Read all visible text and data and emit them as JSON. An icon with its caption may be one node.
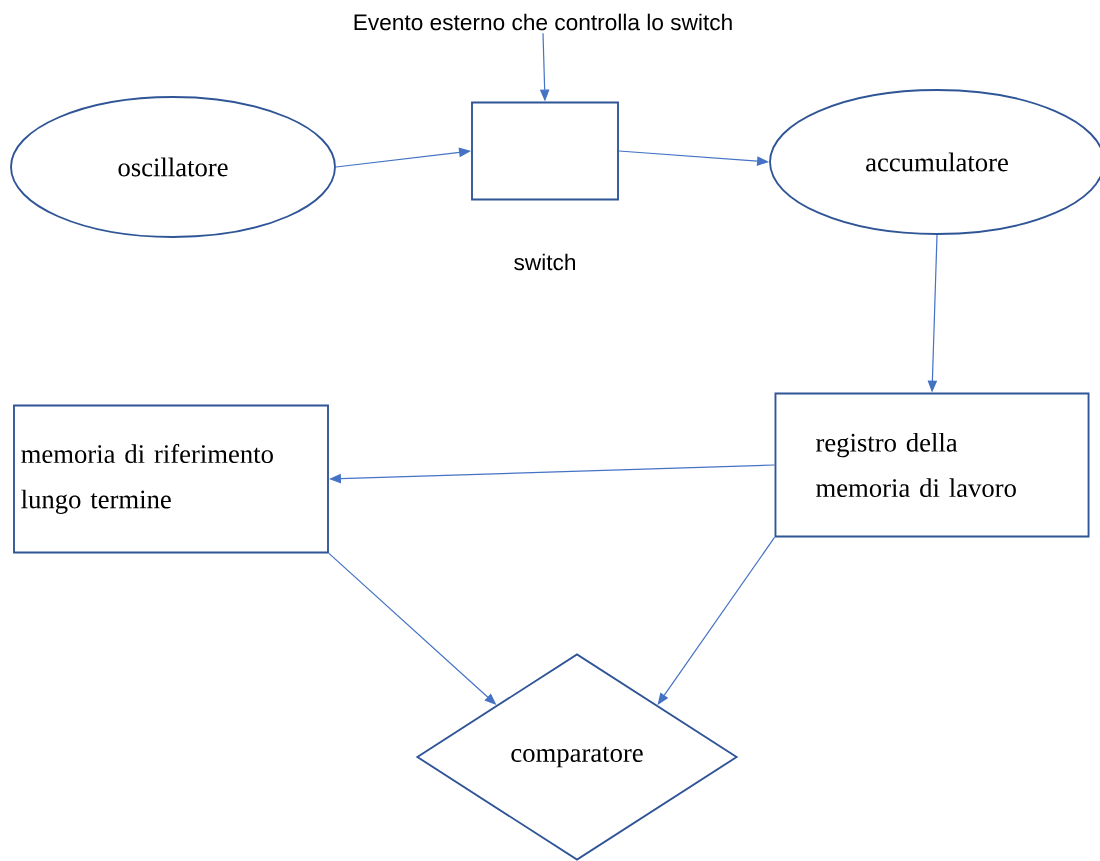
{
  "diagram": {
    "nodes": [
      {
        "text": [
          "Evento esterno che controlla lo switch"
        ]
      },
      {
        "text": [
          "oscillatore"
        ]
      },
      {
        "text": [],
        "shape": "box",
        "beside": [
          "switch"
        ]
      },
      {
        "text": [
          "accumulatore"
        ]
      },
      {
        "text": [
          "memoria di riferimento lungo termine"
        ]
      },
      {
        "text": [
          "registro della memoria di lavoro"
        ]
      },
      {
        "text": [
          "comparatore"
        ]
      }
    ],
    "edges": [
      {
        "from": 0,
        "to": 2,
        "arrow": "to"
      },
      {
        "from": 1,
        "to": 2,
        "arrow": "to"
      },
      {
        "from": 2,
        "to": 3,
        "arrow": "to"
      },
      {
        "from": 3,
        "to": 5,
        "arrow": "to"
      },
      {
        "from": 5,
        "to": 4,
        "arrow": "to"
      },
      {
        "from": 4,
        "to": 6,
        "arrow": "to"
      },
      {
        "from": 5,
        "to": 6,
        "arrow": "to"
      }
    ]
  }
}
